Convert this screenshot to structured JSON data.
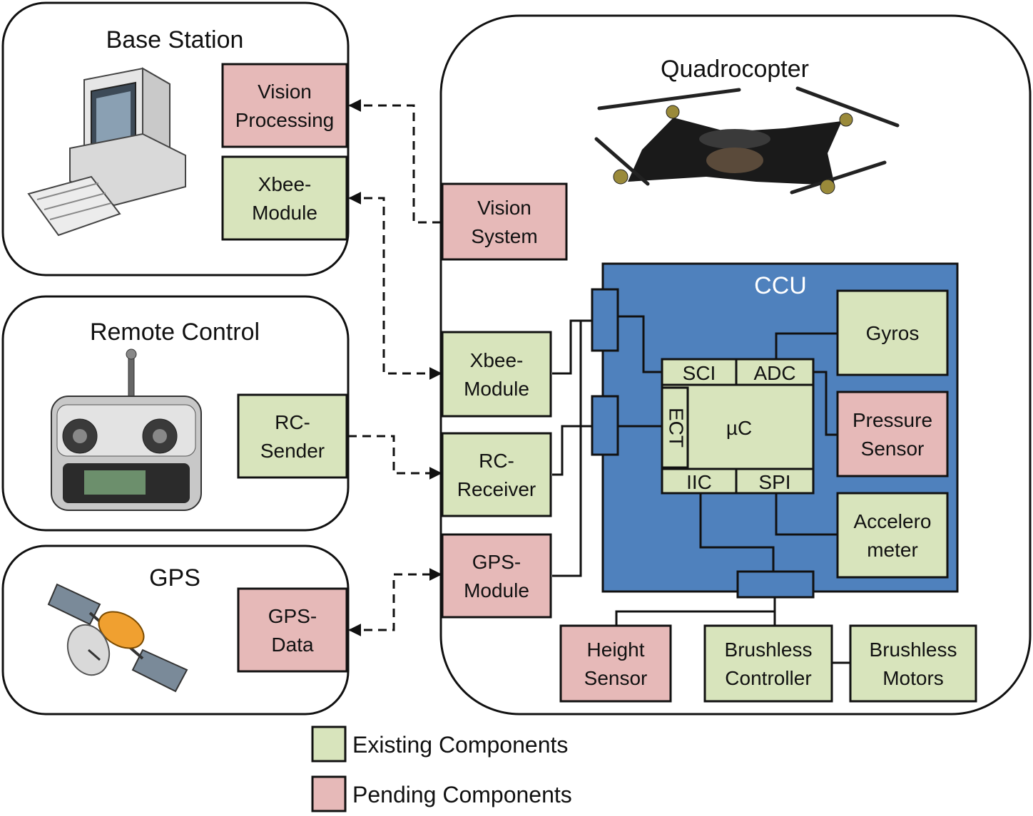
{
  "colors": {
    "existing": "#d8e4bc",
    "pending": "#e6b9b8",
    "ccu": "#4f81bd",
    "border": "#111111"
  },
  "groups": {
    "base_station": "Base Station",
    "remote_control": "Remote Control",
    "gps": "GPS",
    "quadrocopter": "Quadrocopter"
  },
  "components": {
    "vision_processing": [
      "Vision",
      "Processing"
    ],
    "xbee_base": [
      "Xbee-",
      "Module"
    ],
    "rc_sender": [
      "RC-",
      "Sender"
    ],
    "gps_data": [
      "GPS-",
      "Data"
    ],
    "vision_system": [
      "Vision",
      "System"
    ],
    "xbee_quad": [
      "Xbee-",
      "Module"
    ],
    "rc_receiver": [
      "RC-",
      "Receiver"
    ],
    "gps_module": [
      "GPS-",
      "Module"
    ],
    "gyros": [
      "Gyros"
    ],
    "pressure_sensor": [
      "Pressure",
      "Sensor"
    ],
    "accelerometer": [
      "Accelero",
      "meter"
    ],
    "height_sensor": [
      "Height",
      "Sensor"
    ],
    "brushless_controller": [
      "Brushless",
      "Controller"
    ],
    "brushless_motors": [
      "Brushless",
      "Motors"
    ]
  },
  "ccu": {
    "title": "CCU",
    "mcu": "µC",
    "ports": {
      "sci": "SCI",
      "adc": "ADC",
      "ect": "ECT",
      "iic": "IIC",
      "spi": "SPI"
    }
  },
  "legend": {
    "existing": "Existing Components",
    "pending": "Pending Components"
  },
  "icons": [
    "computer-icon",
    "remote-control-icon",
    "satellite-icon",
    "quadrocopter-icon"
  ]
}
